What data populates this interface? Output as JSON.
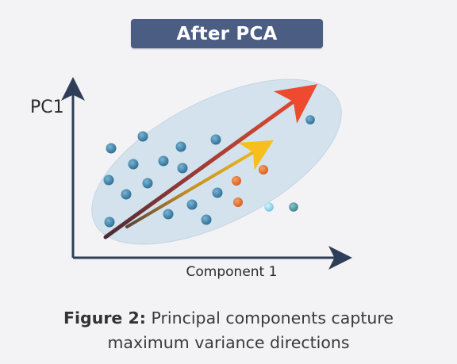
{
  "header": {
    "title": "After PCA"
  },
  "axes": {
    "y_label": "PC1",
    "x_label": "Component 1"
  },
  "caption": {
    "figure_number": "Figure 2:",
    "line1": "Principal components capture",
    "line2": "maximum variance directions"
  },
  "colors": {
    "header_bg": "#4b5d82",
    "ellipse_fill": "#d3e2ec",
    "blue_point": "#3f86ad",
    "orange_point": "#e9773a",
    "light_point": "#8fd5ea",
    "teal_point": "#4f9ca4",
    "main_arrow": "#e84a33",
    "secondary_arrow": "#f2b21f",
    "axis": "#2f3e58"
  }
}
